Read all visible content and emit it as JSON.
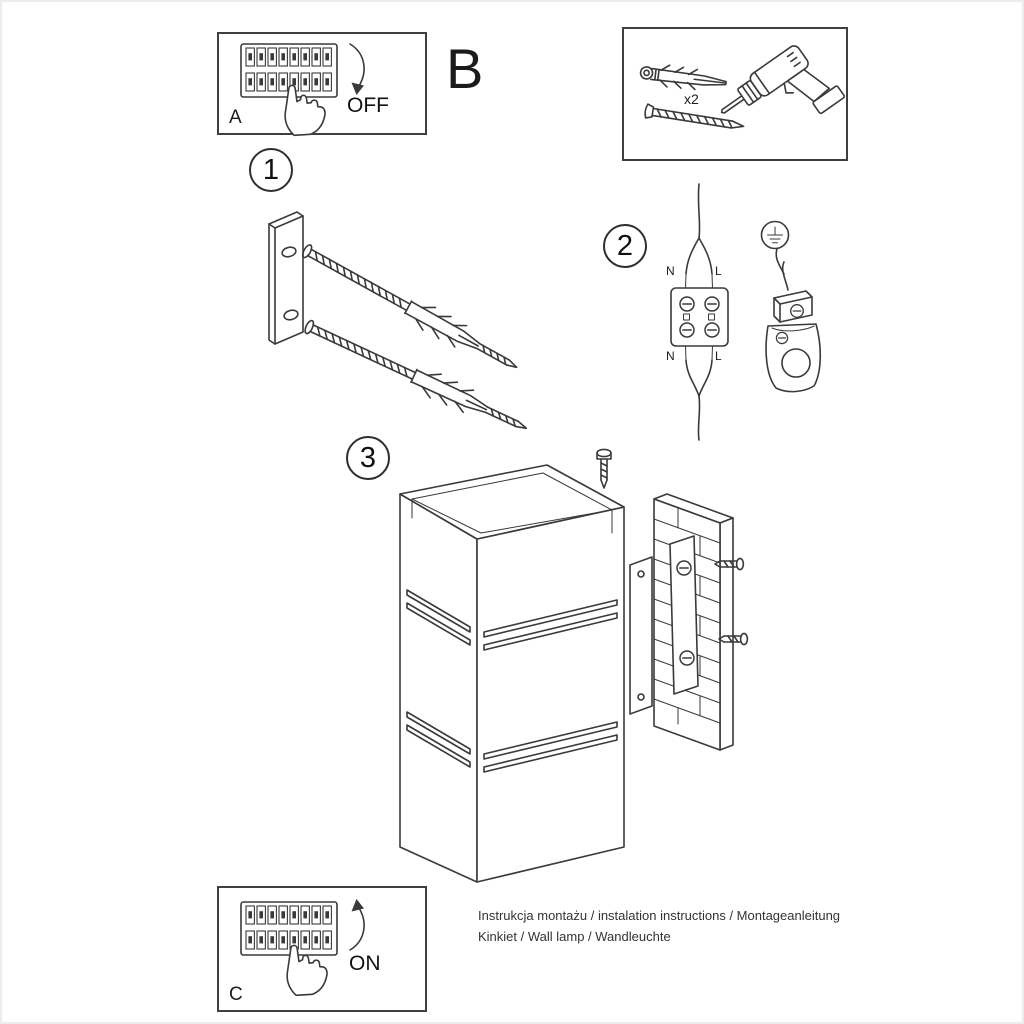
{
  "panels": {
    "a": {
      "label": "A",
      "action": "OFF"
    },
    "b": {
      "label": "B",
      "quantity": "x2"
    },
    "c": {
      "label": "C",
      "action": "ON"
    }
  },
  "steps": {
    "one": "1",
    "two": "2",
    "three": "3"
  },
  "wiring": {
    "n_top": "N",
    "l_top": "L",
    "n_bottom": "N",
    "l_bottom": "L"
  },
  "footer": {
    "line1": "Instrukcja montażu / instalation instructions / Montageanleitung",
    "line2": "Kinkiet / Wall lamp / Wandleuchte"
  },
  "colors": {
    "ink": "#3a3a3a",
    "page_border": "#ececec"
  }
}
